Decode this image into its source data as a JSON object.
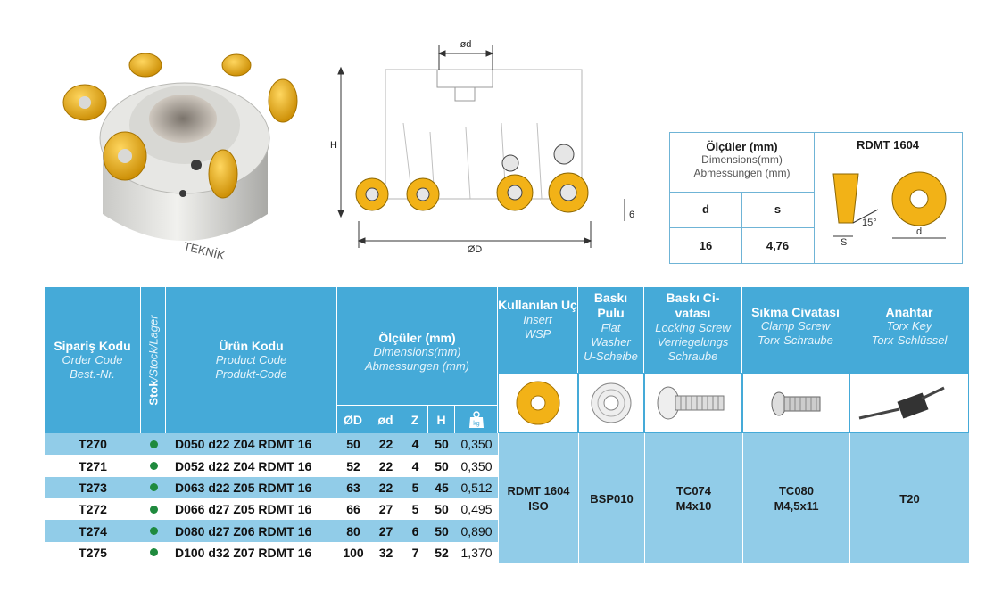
{
  "drawing": {
    "dim_small_d": "ød",
    "dim_big_d": "ØD",
    "dim_h": "H",
    "dim_6": "6"
  },
  "spec": {
    "title": "Ölçüler (mm)",
    "sub1": "Dimensions(mm)",
    "sub2": "Abmessungen (mm)",
    "col_d": "d",
    "col_s": "s",
    "val_d": "16",
    "val_s": "4,76",
    "insert_title": "RDMT 1604",
    "angle_label": "15°",
    "label_s": "S",
    "label_d": "d"
  },
  "table": {
    "headers": {
      "order_code": [
        "Sipariş Kodu",
        "Order Code",
        "Best.-Nr."
      ],
      "stock": [
        "Stok",
        "/Stock/Lager"
      ],
      "product_code": [
        "Ürün Kodu",
        "Product Code",
        "Produkt-Code"
      ],
      "dimensions": [
        "Ölçüler (mm)",
        "Dimensions(mm)",
        "Abmessungen (mm)"
      ],
      "insert": [
        "Kullanılan Uç",
        "Insert",
        "WSP"
      ],
      "washer": [
        "Baskı Pulu",
        "Flat",
        "Washer",
        "U-Scheibe"
      ],
      "locking_screw": [
        "Baskı Ci-vatası",
        "Locking Screw",
        "Verriegelungs",
        "Schraube"
      ],
      "clamp_screw": [
        "Sıkma Civatası",
        "Clamp Screw",
        "Torx-Schraube"
      ],
      "key": [
        "Anahtar",
        "Torx Key",
        "Torx-Schlüssel"
      ],
      "sub": [
        "ØD",
        "ød",
        "Z",
        "H"
      ],
      "weight_icon": "kg"
    },
    "rows": [
      {
        "code": "T270",
        "product": "D050 d22 Z04 RDMT 16",
        "D": "50",
        "d": "22",
        "Z": "4",
        "H": "50",
        "kg": "0,350"
      },
      {
        "code": "T271",
        "product": "D052 d22 Z04 RDMT 16",
        "D": "52",
        "d": "22",
        "Z": "4",
        "H": "50",
        "kg": "0,350"
      },
      {
        "code": "T273",
        "product": "D063 d22 Z05 RDMT 16",
        "D": "63",
        "d": "22",
        "Z": "5",
        "H": "45",
        "kg": "0,512"
      },
      {
        "code": "T272",
        "product": "D066 d27 Z05 RDMT 16",
        "D": "66",
        "d": "27",
        "Z": "5",
        "H": "50",
        "kg": "0,495"
      },
      {
        "code": "T274",
        "product": "D080 d27 Z06 RDMT 16",
        "D": "80",
        "d": "27",
        "Z": "6",
        "H": "50",
        "kg": "0,890"
      },
      {
        "code": "T275",
        "product": "D100 d32 Z07 RDMT 16",
        "D": "100",
        "d": "32",
        "Z": "7",
        "H": "52",
        "kg": "1,370"
      }
    ],
    "accessories": {
      "insert": [
        "RDMT 1604",
        "ISO"
      ],
      "washer": [
        "BSP010"
      ],
      "locking_screw": [
        "TC074",
        "M4x10"
      ],
      "clamp_screw": [
        "TC080",
        "M4,5x11"
      ],
      "key": [
        "T20"
      ]
    }
  },
  "brand_text": "TEKNİK",
  "colors": {
    "header": "#45aad8",
    "row_blue": "#91cce8",
    "insert_gold": "#f2b217",
    "stock_dot": "#1f8a3e"
  }
}
